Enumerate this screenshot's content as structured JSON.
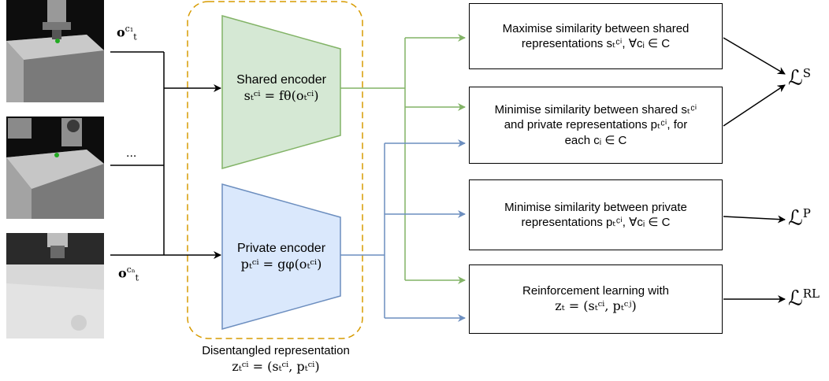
{
  "observations": {
    "obs1_label": "o",
    "obs1_sup": "c₁",
    "obs1_sub": "t",
    "ellipsis": "...",
    "obsN_label": "o",
    "obsN_sup": "cₙ",
    "obsN_sub": "t"
  },
  "shared_encoder": {
    "title": "Shared encoder",
    "formula": "sₜᶜⁱ = fθ(oₜᶜⁱ)"
  },
  "private_encoder": {
    "title": "Private encoder",
    "formula": "pₜᶜⁱ = gφ(oₜᶜⁱ)"
  },
  "disentangled": {
    "title": "Disentangled representation",
    "formula": "zₜᶜⁱ = (sₜᶜⁱ, pₜᶜⁱ)"
  },
  "boxes": {
    "b1_line1": "Maximise similarity between shared",
    "b1_line2": "representations sₜᶜⁱ, ∀cᵢ ∈ C",
    "b2_line1": "Minimise similarity between shared sₜᶜⁱ",
    "b2_line2": "and private representations pₜᶜⁱ, for",
    "b2_line3": "each cᵢ ∈ C",
    "b3_line1": "Minimise similarity between private",
    "b3_line2": "representations pₜᶜⁱ, ∀cᵢ ∈ C",
    "b4_line1": "Reinforcement learning with",
    "b4_line2": "zₜ = (sₜᶜⁱ, pₜᶜʲ)"
  },
  "losses": {
    "shared": "S",
    "private": "P",
    "rl": "RL",
    "symbol": "ℒ"
  },
  "colors": {
    "shared_fill": "#d5e8d4",
    "shared_stroke": "#82b366",
    "private_fill": "#dae8fc",
    "private_stroke": "#6c8ebf",
    "dashed_border": "#d79b00",
    "green_line": "#82b366",
    "blue_line": "#6c8ebf"
  }
}
